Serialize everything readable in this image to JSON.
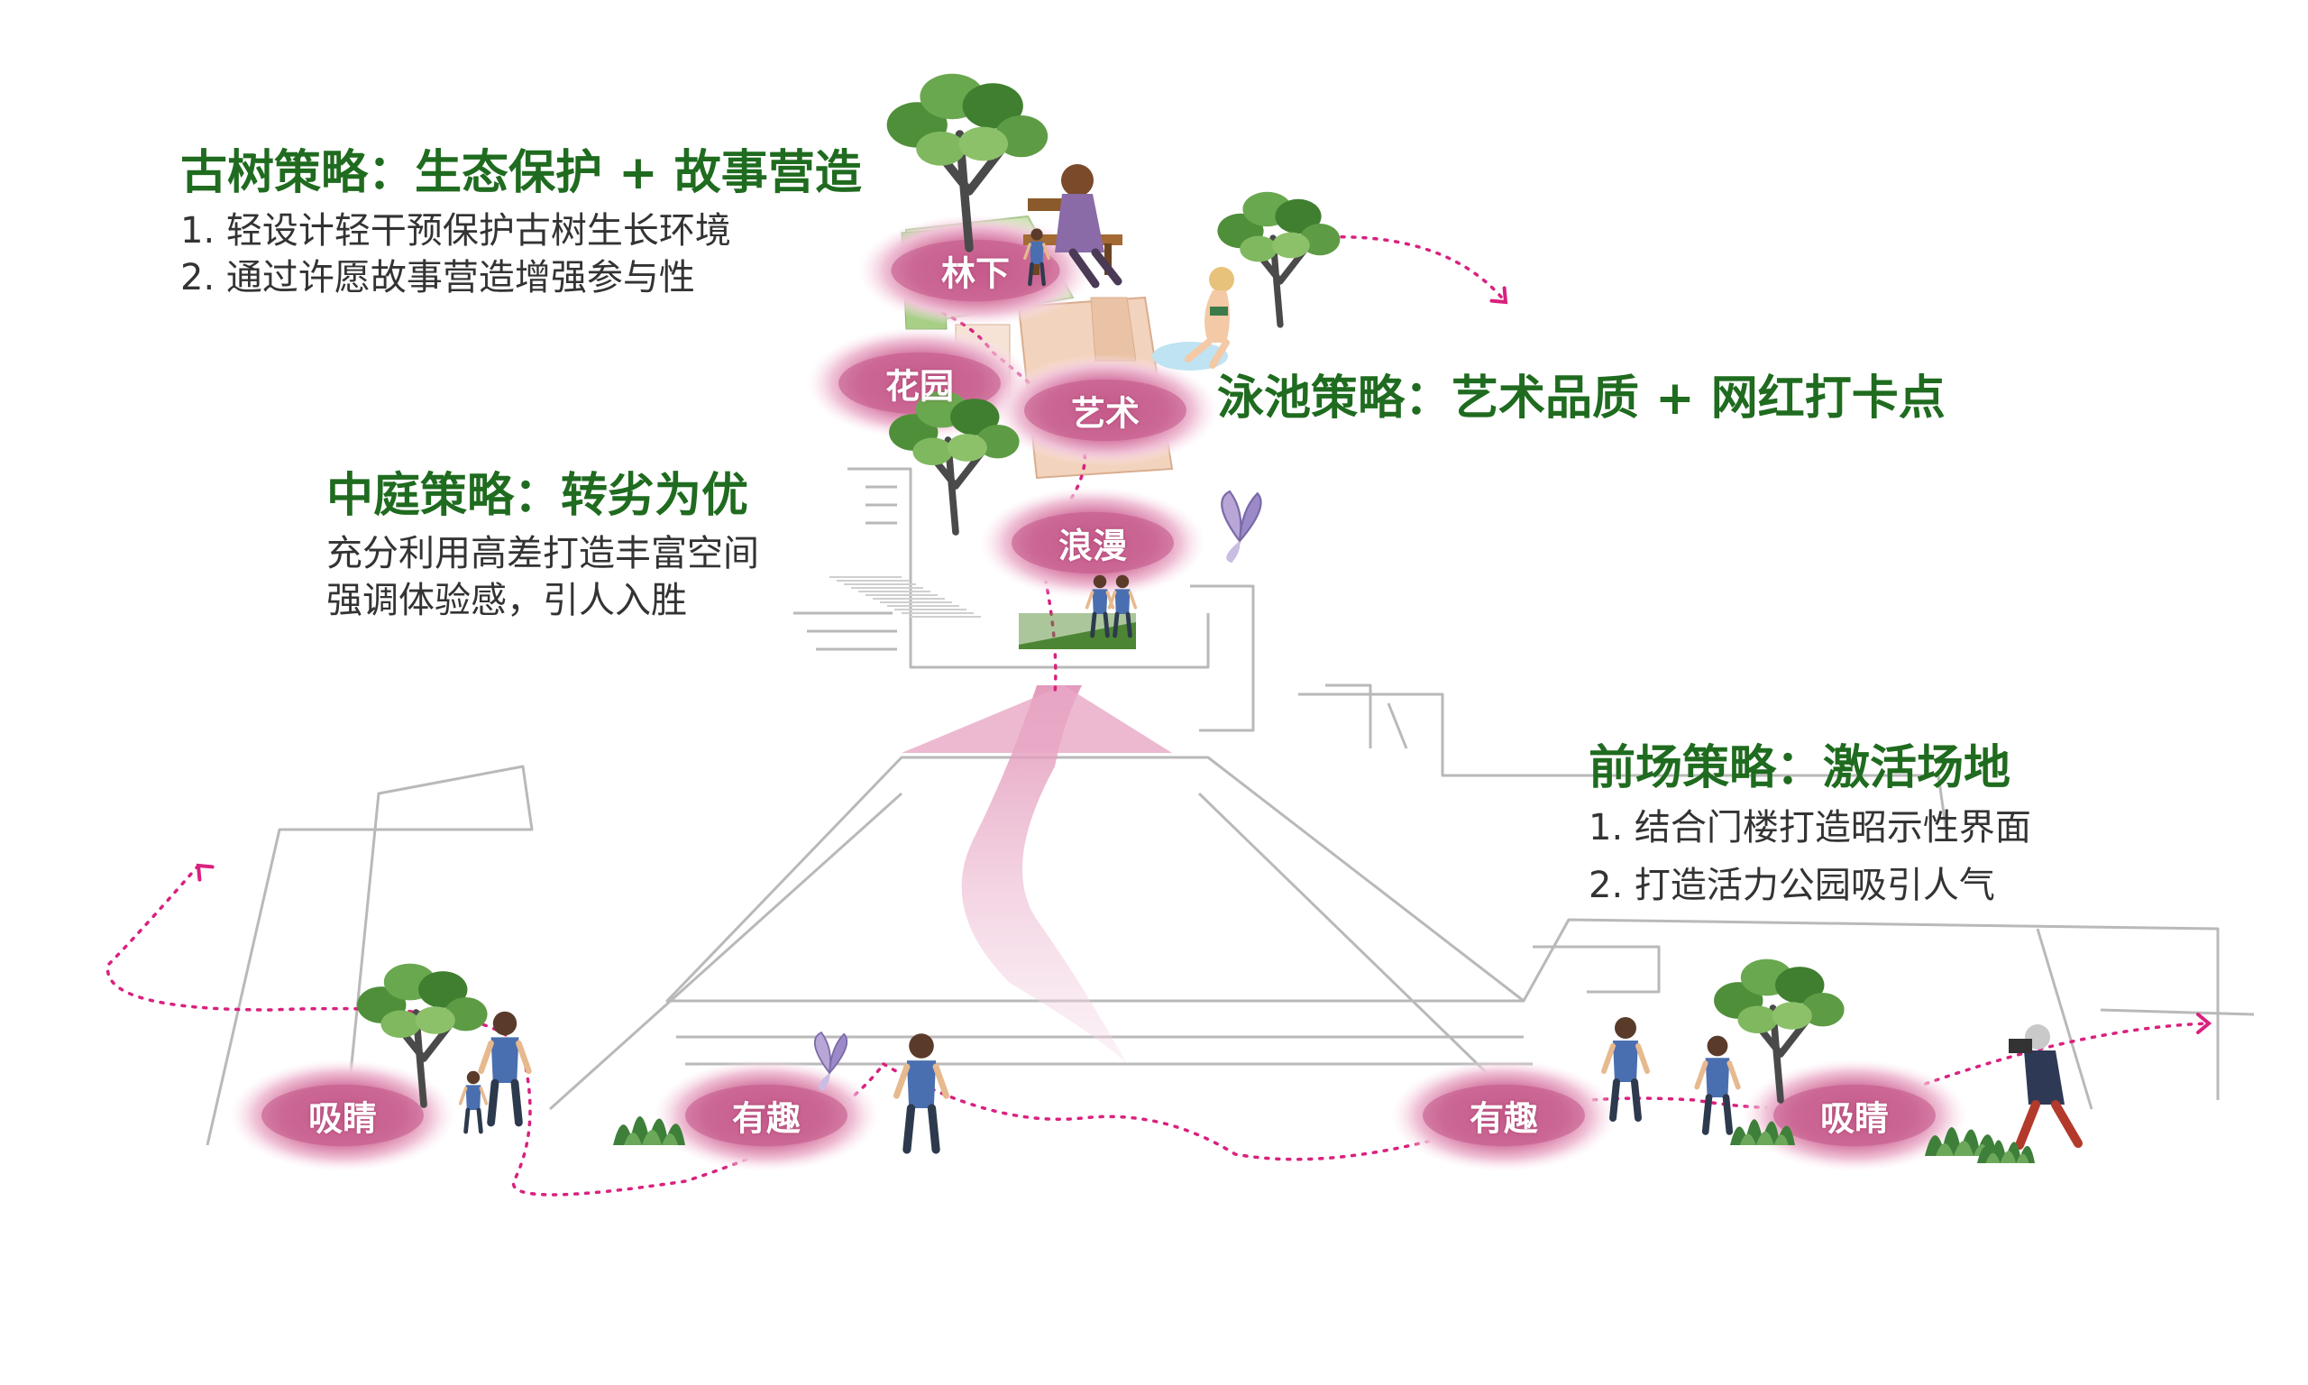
{
  "colors": {
    "heading": "#1f6b1f",
    "body_text": "#333333",
    "badge_core": "#c55a8a",
    "badge_glow": "#f3c9dc",
    "path_dots": "#d9217e",
    "ribbon": "#e6a6c3",
    "linework": "#b9b9b9"
  },
  "strategies": {
    "tree": {
      "title": "古树策略：生态保护 + 故事营造",
      "line1": "1. 轻设计轻干预保护古树生长环境",
      "line2": "2. 通过许愿故事营造增强参与性"
    },
    "pool": {
      "title": "泳池策略：艺术品质 + 网红打卡点"
    },
    "courtyard": {
      "title": "中庭策略：转劣为优",
      "line1": "充分利用高差打造丰富空间",
      "line2": "强调体验感，引人入胜"
    },
    "front": {
      "title": "前场策略：激活场地",
      "line1": "1. 结合门楼打造昭示性界面",
      "line2": "2. 打造活力公园吸引人气"
    }
  },
  "badges": {
    "linxia": "林下",
    "huayuan": "花园",
    "yishu": "艺术",
    "langman": "浪漫",
    "xijing_left": "吸睛",
    "youqu_left": "有趣",
    "youqu_right": "有趣",
    "xijing_right": "吸睛"
  },
  "icons": {
    "tree": "tree-icon",
    "person": "person-icon",
    "butterfly": "butterfly-icon",
    "shrub": "shrub-icon",
    "bench": "bench-icon",
    "arrow": "arrow-icon"
  }
}
